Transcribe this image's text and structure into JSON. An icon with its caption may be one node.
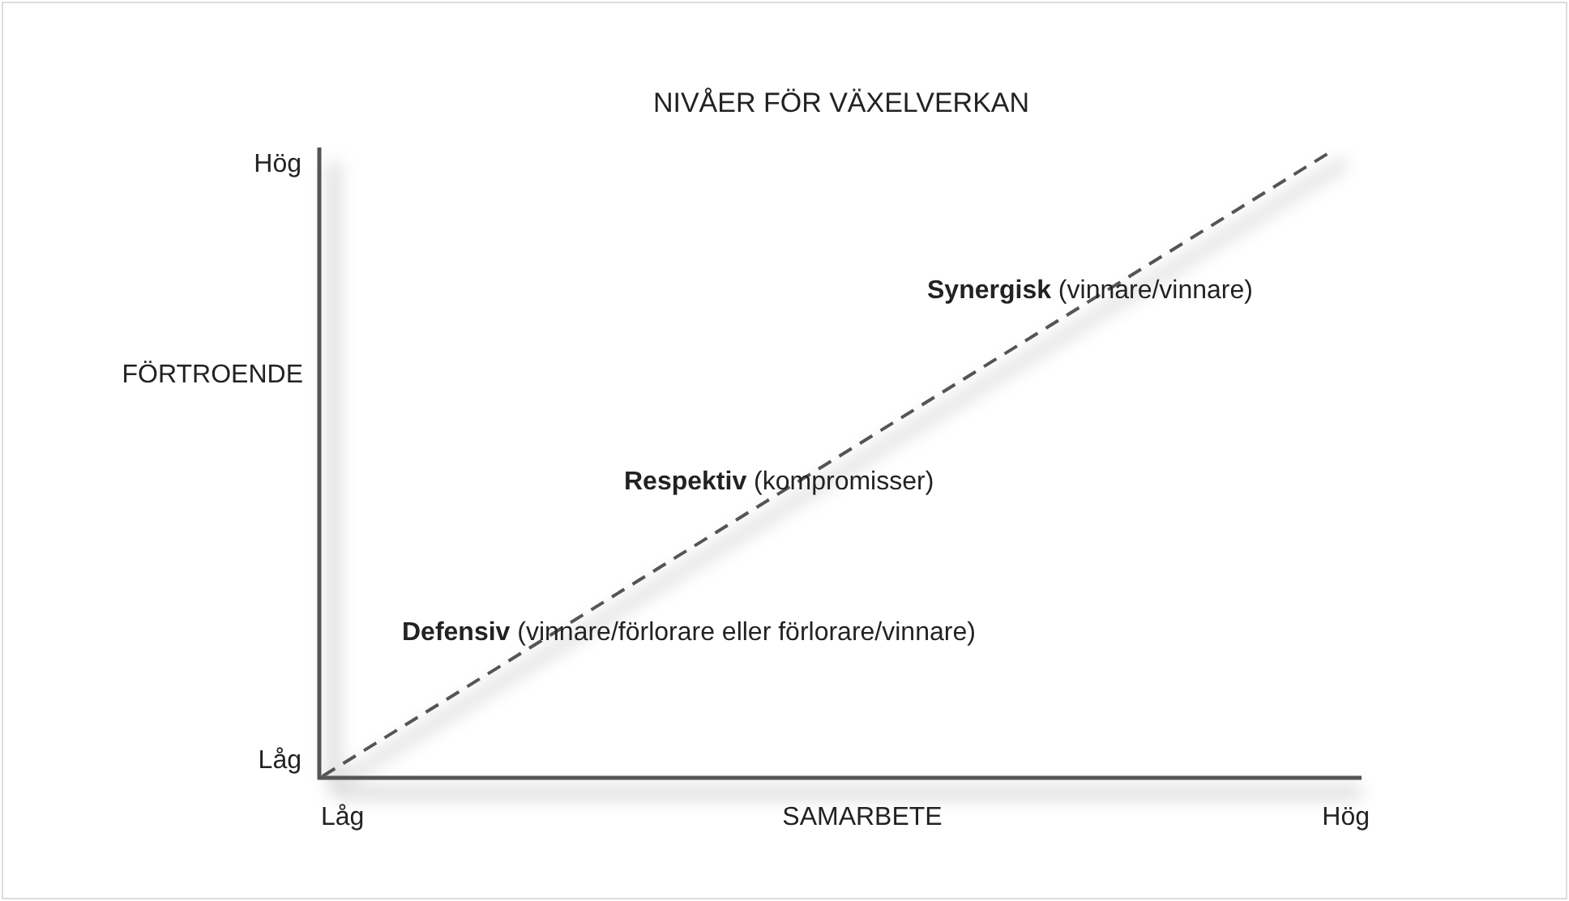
{
  "diagram": {
    "title": "NIVÅER FÖR VÄXELVERKAN",
    "labels": [
      "Hög",
      "FÖRTROENDE",
      "**Synergisk** (vinnare/vinnare)",
      "**Respektiv** (kompromisser)",
      "**Defensiv** (vinnare/förlorare eller förlorare/vinnare)",
      "Låg",
      "Låg",
      "SAMARBETE",
      "Hög"
    ]
  }
}
